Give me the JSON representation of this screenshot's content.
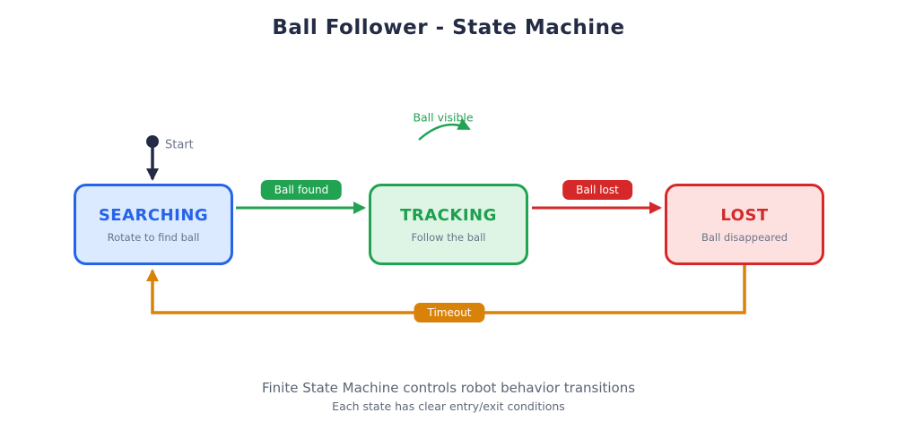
{
  "title": "Ball Follower - State Machine",
  "start": {
    "label": "Start"
  },
  "states": {
    "searching": {
      "name": "SEARCHING",
      "desc": "Rotate to find ball"
    },
    "tracking": {
      "name": "TRACKING",
      "desc": "Follow the ball"
    },
    "lost": {
      "name": "LOST",
      "desc": "Ball disappeared"
    }
  },
  "transitions": {
    "ball_found": {
      "label": "Ball found",
      "from": "SEARCHING",
      "to": "TRACKING"
    },
    "ball_lost": {
      "label": "Ball lost",
      "from": "TRACKING",
      "to": "LOST"
    },
    "ball_visible": {
      "label": "Ball visible",
      "from": "TRACKING",
      "to": "TRACKING"
    },
    "timeout": {
      "label": "Timeout",
      "from": "LOST",
      "to": "SEARCHING"
    }
  },
  "footer": {
    "line1": "Finite State Machine controls robot behavior transitions",
    "line2": "Each state has clear entry/exit conditions"
  },
  "colors": {
    "title_navy": "#232c44",
    "searching_border": "#2563eb",
    "searching_fill": "#dbeafe",
    "tracking_border": "#21a352",
    "tracking_fill": "#def5e6",
    "lost_border": "#d62828",
    "lost_fill": "#fde1e1",
    "timeout_orange": "#d9820a",
    "subtitle_gray": "#6a7486"
  }
}
